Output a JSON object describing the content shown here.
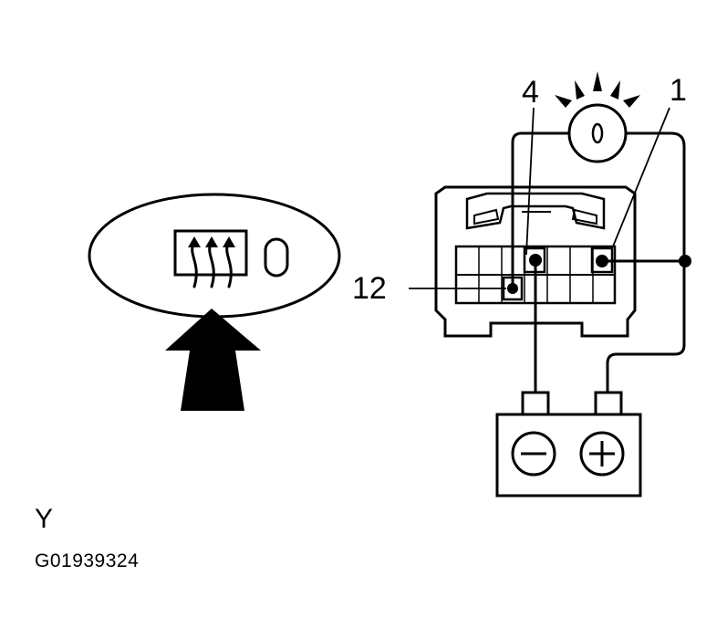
{
  "labels": {
    "pin_4": "4",
    "pin_1": "1",
    "pin_12": "12",
    "view_letter": "Y",
    "figure_code": "G01939324"
  },
  "icons": {
    "switch": "rear-defogger-icon",
    "indicator": "indicator-lamp-slot",
    "test_lamp": "test-bulb-icon",
    "battery": "battery-icon",
    "view_arrow": "view-direction-arrow"
  },
  "colors": {
    "ink": "#000000",
    "paper": "#ffffff"
  }
}
